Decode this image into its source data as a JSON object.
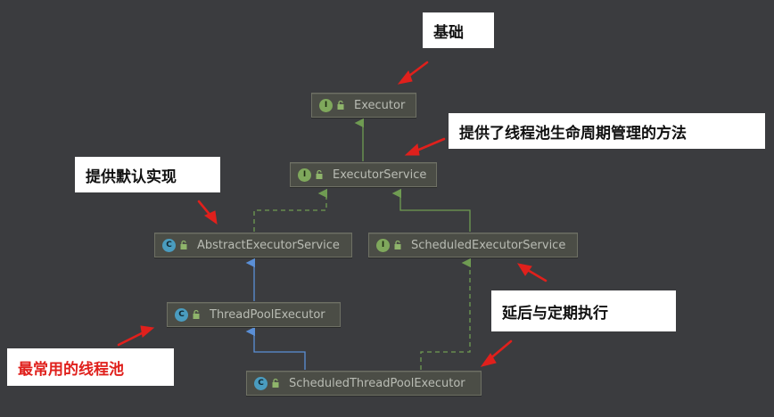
{
  "nodes": [
    {
      "id": "executor",
      "label": "Executor",
      "kind": "interface",
      "badge": "I"
    },
    {
      "id": "executor_service",
      "label": "ExecutorService",
      "kind": "interface",
      "badge": "I"
    },
    {
      "id": "abstract_executor_service",
      "label": "AbstractExecutorService",
      "kind": "class",
      "badge": "C"
    },
    {
      "id": "scheduled_executor_service",
      "label": "ScheduledExecutorService",
      "kind": "interface",
      "badge": "I"
    },
    {
      "id": "thread_pool_executor",
      "label": "ThreadPoolExecutor",
      "kind": "class",
      "badge": "C"
    },
    {
      "id": "scheduled_thread_pool_executor",
      "label": "ScheduledThreadPoolExecutor",
      "kind": "class",
      "badge": "C"
    }
  ],
  "edges": [
    {
      "from": "executor_service",
      "to": "executor",
      "relation": "extends"
    },
    {
      "from": "scheduled_executor_service",
      "to": "executor_service",
      "relation": "extends"
    },
    {
      "from": "abstract_executor_service",
      "to": "executor_service",
      "relation": "implements"
    },
    {
      "from": "thread_pool_executor",
      "to": "abstract_executor_service",
      "relation": "extends"
    },
    {
      "from": "scheduled_thread_pool_executor",
      "to": "thread_pool_executor",
      "relation": "extends"
    },
    {
      "from": "scheduled_thread_pool_executor",
      "to": "scheduled_executor_service",
      "relation": "implements"
    }
  ],
  "callouts": {
    "base": "基础",
    "lifecycle": "提供了线程池生命周期管理的方法",
    "default_impl": "提供默认实现",
    "delayed_periodic": "延后与定期执行",
    "most_used": "最常用的线程池"
  },
  "colors": {
    "background": "#3b3c3f",
    "node_fill": "#4b4d46",
    "node_text": "#b9bcb4",
    "interface_badge": "#7fa85c",
    "class_badge": "#4a9cbf",
    "extends_interface_line": "#6f9b52",
    "extends_class_line": "#5a8fd6",
    "arrow_red": "#e0201c",
    "callout_bg": "#ffffff",
    "callout_emphasis_text": "#e0201c"
  }
}
